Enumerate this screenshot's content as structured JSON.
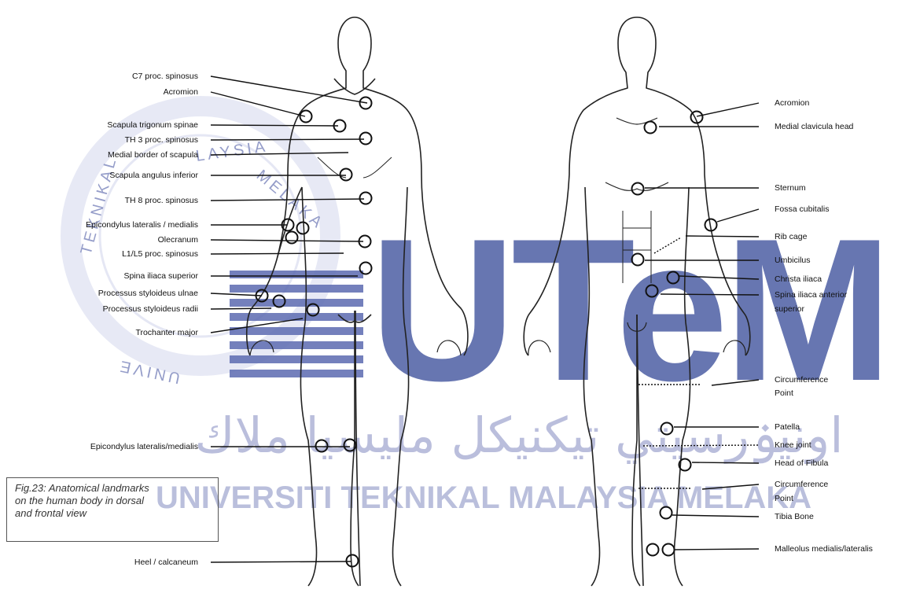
{
  "colors": {
    "line": "#111111",
    "watermark_blue": "#3a4d9a",
    "watermark_ring": "#8a93c4"
  },
  "watermark": {
    "logo_text": "UTeM",
    "arc_text_top": "LAYSIA",
    "arc_text_mid": "MELAKA",
    "arc_text_side": "TEKNIKAL",
    "arc_text_bottom": "UNIVE",
    "arabic_line": "اونيۏرسيتي تيكنيكل مليسيا ملاك",
    "university_line": "UNIVERSITI TEKNIKAL MALAYSIA MELAKA"
  },
  "dorsal_labels": [
    "C7 proc. spinosus",
    "Acromion",
    "Scapula trigonum spinae",
    "TH 3 proc. spinosus",
    "Medial border of scapula",
    "Scapula angulus inferior",
    "TH 8 proc. spinosus",
    "Epicondylus lateralis / medialis",
    "Olecranum",
    "L1/L5 proc. spinosus",
    "Spina iliaca superior",
    "Processus styloideus ulnae",
    "Processus styloideus radii",
    "Trochanter major",
    "Epicondylus lateralis/medialis",
    "Heel / calcaneum"
  ],
  "frontal_labels": [
    "Acromion",
    "Medial clavicula head",
    "Sternum",
    "Fossa cubitalis",
    "Rib cage",
    "Umbicilus",
    "Christa iliaca",
    "Spina iliaca anterior",
    "superior",
    "Circumference",
    "Point",
    "Patella",
    "Knee joint",
    "Head of Fibula",
    "Circumference",
    "Point",
    "Tibia Bone",
    "Malleolus medialis/lateralis"
  ],
  "caption": {
    "line1": "Fig.23: Anatomical landmarks",
    "line2": "on the human body in dorsal",
    "line3": "and frontal view"
  }
}
